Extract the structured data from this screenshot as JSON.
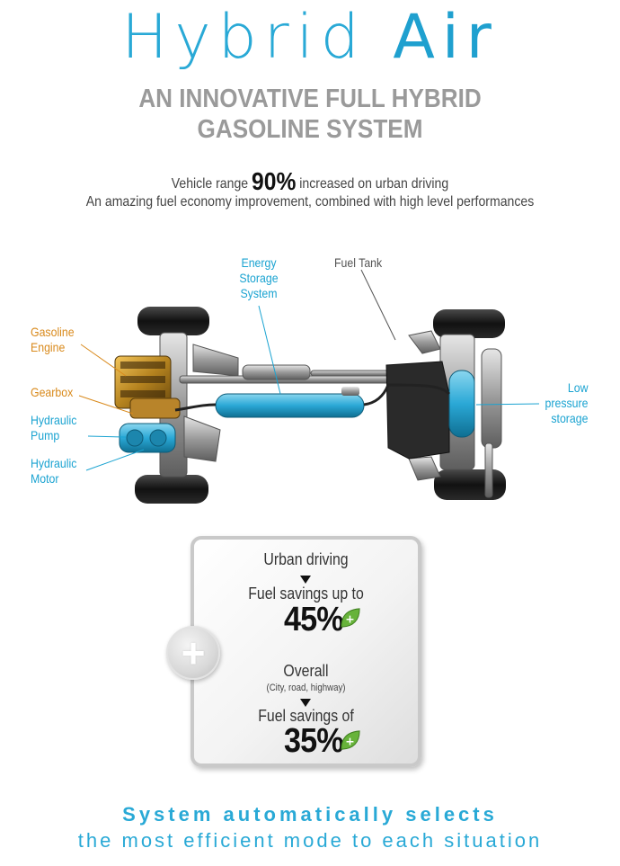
{
  "header": {
    "title_light": "Hybrid",
    "title_bold": "Air",
    "subtitle_line1": "AN INNOVATIVE FULL HYBRID",
    "subtitle_line2": "GASOLINE SYSTEM",
    "tagline_pre": "Vehicle range",
    "tagline_value": "90%",
    "tagline_post": "increased on urban driving",
    "tagline2": "An amazing fuel economy improvement, combined with high level performances"
  },
  "diagram": {
    "labels": {
      "energy_storage_1": "Energy",
      "energy_storage_2": "Storage",
      "energy_storage_3": "System",
      "fuel_tank": "Fuel Tank",
      "gasoline_engine_1": "Gasoline",
      "gasoline_engine_2": "Engine",
      "gearbox": "Gearbox",
      "hydraulic_pump_1": "Hydraulic",
      "hydraulic_pump_2": "Pump",
      "hydraulic_motor_1": "Hydraulic",
      "hydraulic_motor_2": "Motor",
      "low_pressure_1": "Low",
      "low_pressure_2": "pressure",
      "low_pressure_3": "storage"
    },
    "colors": {
      "orange": "#d98a1c",
      "blue": "#1aa3d1",
      "tank_blue": "#3bb3d8"
    }
  },
  "savings": {
    "plus_symbol": "+",
    "urban_heading": "Urban driving",
    "urban_text": "Fuel savings up to",
    "urban_value": "45%",
    "overall_heading": "Overall",
    "overall_note": "(City, road, highway)",
    "overall_text": "Fuel savings of",
    "overall_value": "35%",
    "leaf_symbol": "+",
    "leaf_icon": "leaf-plus-icon"
  },
  "footer": {
    "line1": "System automatically selects",
    "line2": "the most efficient mode to each situation"
  }
}
